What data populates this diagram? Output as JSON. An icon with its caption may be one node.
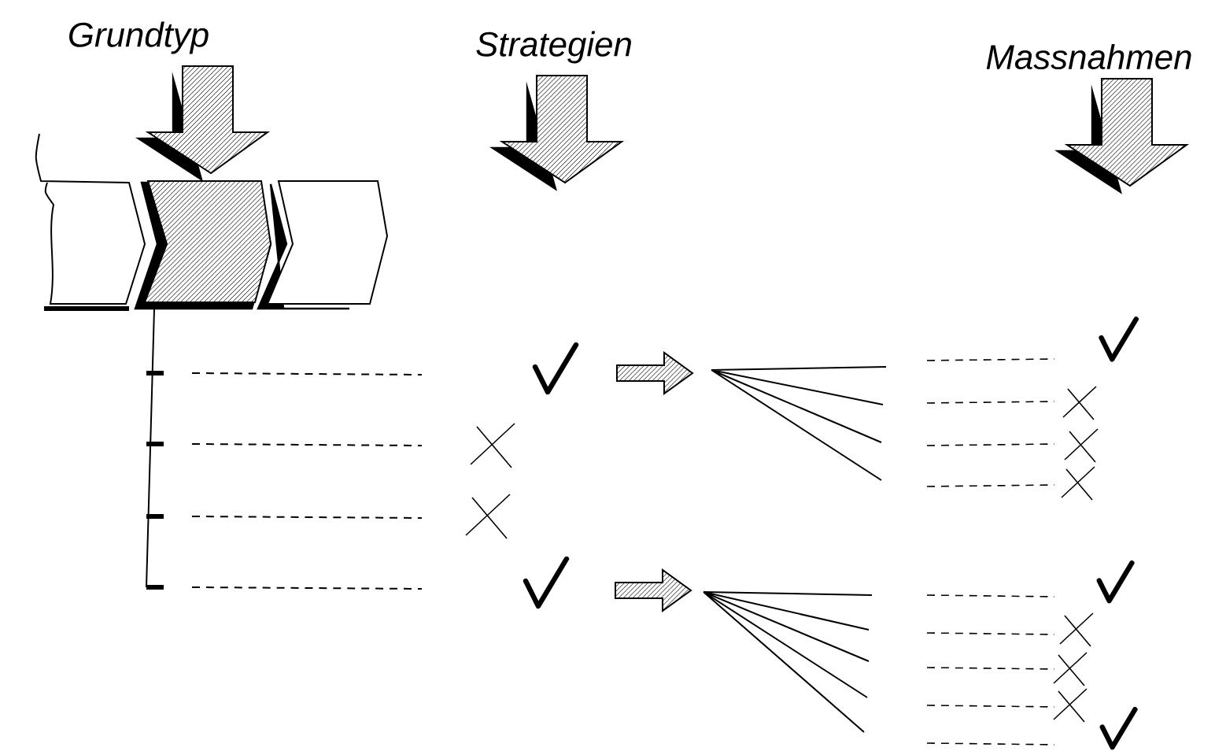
{
  "diagram": {
    "labels": [
      "Grundtyp",
      "Strategien",
      "Massnahmen"
    ]
  }
}
